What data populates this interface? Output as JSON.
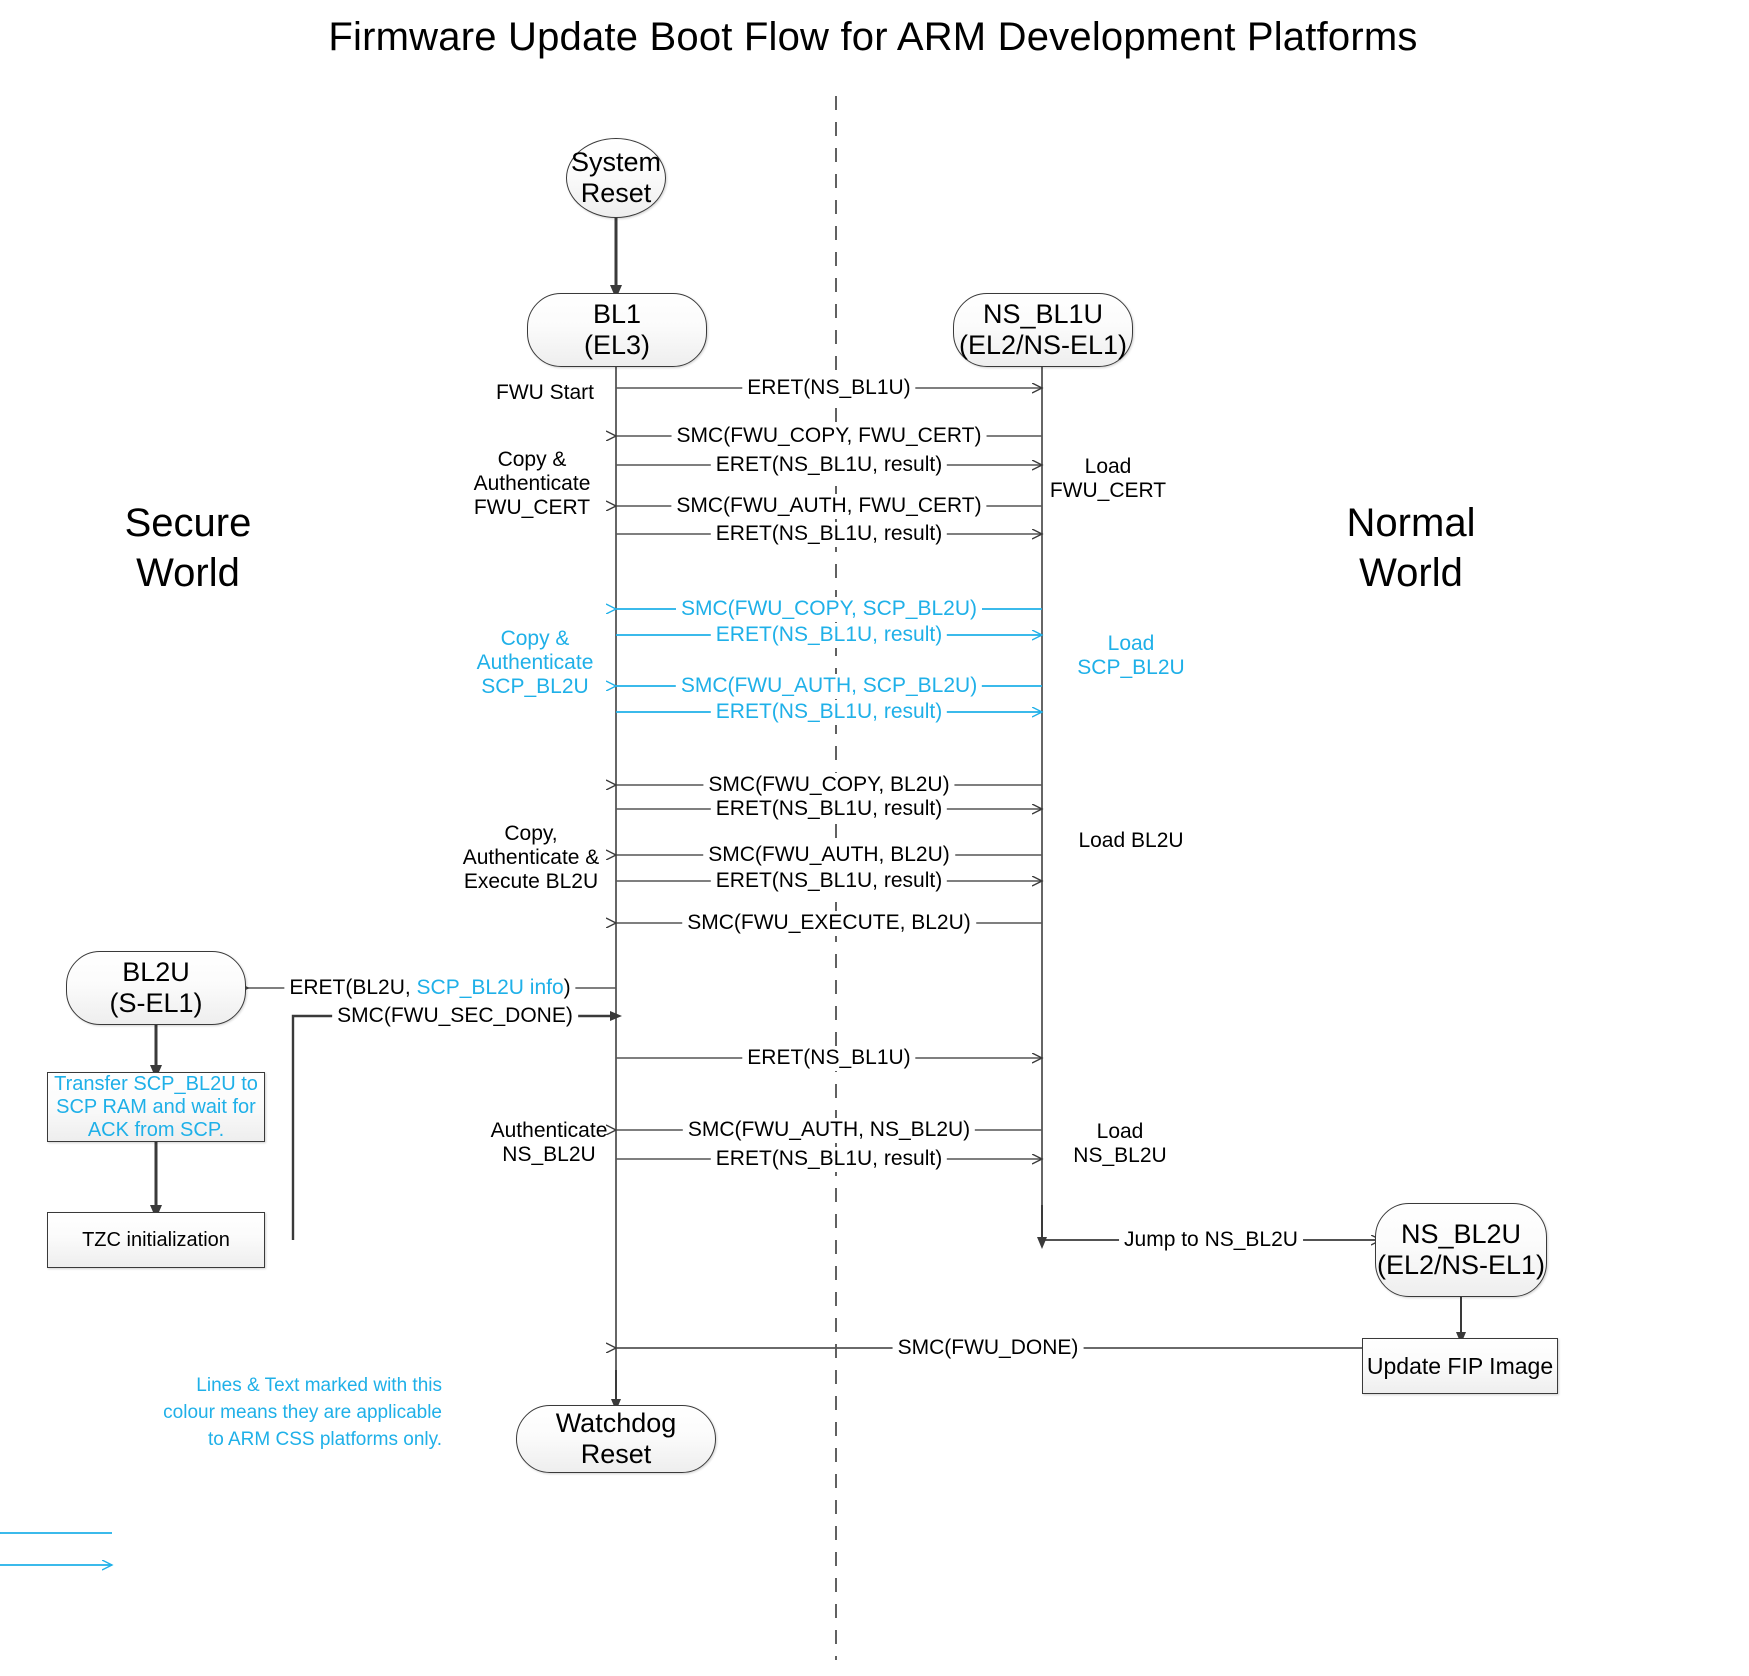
{
  "title": "Firmware Update Boot Flow for ARM Development Platforms",
  "colors": {
    "cyan": "#1FB0E8",
    "line": "#3a3a3a",
    "text": "#000000",
    "node_fill": "#f2f2f2"
  },
  "worlds": {
    "left_line1": "Secure",
    "left_line2": "World",
    "right_line1": "Normal",
    "right_line2": "World"
  },
  "nodes": [
    {
      "id": "system-reset",
      "line1": "System",
      "line2": "Reset",
      "shape": "ellipse"
    },
    {
      "id": "bl1",
      "line1": "BL1",
      "line2": "(EL3)",
      "shape": "rounded"
    },
    {
      "id": "ns-bl1u",
      "line1": "NS_BL1U",
      "line2": "(EL2/NS-EL1)",
      "shape": "rounded"
    },
    {
      "id": "bl2u",
      "line1": "BL2U",
      "line2": "(S-EL1)",
      "shape": "rounded"
    },
    {
      "id": "ns-bl2u",
      "line1": "NS_BL2U",
      "line2": "(EL2/NS-EL1)",
      "shape": "rounded"
    },
    {
      "id": "watchdog-reset",
      "line1": "Watchdog Reset",
      "line2": "",
      "shape": "rounded"
    }
  ],
  "process_boxes": [
    {
      "id": "transfer-scp",
      "line1": "Transfer SCP_BL2U to",
      "line2": "SCP RAM and wait for",
      "line3": "ACK from SCP.",
      "color": "cyan"
    },
    {
      "id": "tzc-init",
      "line1": "TZC initialization",
      "line2": "",
      "line3": "",
      "color": "black"
    },
    {
      "id": "update-fip",
      "line1": "Update FIP Image",
      "line2": "",
      "line3": "",
      "color": "black"
    }
  ],
  "messages": [
    {
      "id": "m1",
      "label": "ERET(NS_BL1U)",
      "dir": "right",
      "color": "black"
    },
    {
      "id": "m2",
      "label": "SMC(FWU_COPY, FWU_CERT)",
      "dir": "left",
      "color": "black"
    },
    {
      "id": "m3",
      "label": "ERET(NS_BL1U, result)",
      "dir": "right",
      "color": "black"
    },
    {
      "id": "m4",
      "label": "SMC(FWU_AUTH, FWU_CERT)",
      "dir": "left",
      "color": "black"
    },
    {
      "id": "m5",
      "label": "ERET(NS_BL1U, result)",
      "dir": "right",
      "color": "black"
    },
    {
      "id": "m6",
      "label": "SMC(FWU_COPY, SCP_BL2U)",
      "dir": "left",
      "color": "cyan"
    },
    {
      "id": "m7",
      "label": "ERET(NS_BL1U, result)",
      "dir": "right",
      "color": "cyan"
    },
    {
      "id": "m8",
      "label": "SMC(FWU_AUTH, SCP_BL2U)",
      "dir": "left",
      "color": "cyan"
    },
    {
      "id": "m9",
      "label": "ERET(NS_BL1U, result)",
      "dir": "right",
      "color": "cyan"
    },
    {
      "id": "m10",
      "label": "SMC(FWU_COPY, BL2U)",
      "dir": "left",
      "color": "black"
    },
    {
      "id": "m11",
      "label": "ERET(NS_BL1U, result)",
      "dir": "right",
      "color": "black"
    },
    {
      "id": "m12",
      "label": "SMC(FWU_AUTH, BL2U)",
      "dir": "left",
      "color": "black"
    },
    {
      "id": "m13",
      "label": "ERET(NS_BL1U, result)",
      "dir": "right",
      "color": "black"
    },
    {
      "id": "m14",
      "label": "SMC(FWU_EXECUTE, BL2U)",
      "dir": "left",
      "color": "black"
    },
    {
      "id": "m15",
      "label_pre": "ERET(BL2U, ",
      "label_cyan": "SCP_BL2U info",
      "label_post": ")",
      "dir": "left",
      "color": "mixed"
    },
    {
      "id": "m16",
      "label": "SMC(FWU_SEC_DONE)",
      "dir": "right",
      "color": "black"
    },
    {
      "id": "m17",
      "label": "ERET(NS_BL1U)",
      "dir": "right",
      "color": "black"
    },
    {
      "id": "m18",
      "label": "SMC(FWU_AUTH, NS_BL2U)",
      "dir": "left",
      "color": "black"
    },
    {
      "id": "m19",
      "label": "ERET(NS_BL1U, result)",
      "dir": "right",
      "color": "black"
    },
    {
      "id": "m20",
      "label": "Jump to NS_BL2U",
      "dir": "right",
      "color": "black"
    },
    {
      "id": "m21",
      "label": "SMC(FWU_DONE)",
      "dir": "left",
      "color": "black"
    }
  ],
  "left_annotations": [
    {
      "id": "fwu-start",
      "line1": "FWU Start",
      "line2": "",
      "line3": "",
      "color": "black"
    },
    {
      "id": "copy-auth-cert",
      "line1": "Copy &",
      "line2": "Authenticate",
      "line3": "FWU_CERT",
      "color": "black"
    },
    {
      "id": "copy-auth-scp",
      "line1": "Copy &",
      "line2": "Authenticate",
      "line3": "SCP_BL2U",
      "color": "cyan"
    },
    {
      "id": "copy-auth-exec-bl2u",
      "line1": "Copy,",
      "line2": "Authenticate &",
      "line3": "Execute BL2U",
      "color": "black"
    },
    {
      "id": "auth-ns-bl2u",
      "line1": "Authenticate",
      "line2": "NS_BL2U",
      "line3": "",
      "color": "black"
    }
  ],
  "right_annotations": [
    {
      "id": "load-fwu-cert",
      "line1": "Load",
      "line2": "FWU_CERT",
      "color": "black"
    },
    {
      "id": "load-scp-bl2u",
      "line1": "Load",
      "line2": "SCP_BL2U",
      "color": "cyan"
    },
    {
      "id": "load-bl2u",
      "line1": "Load BL2U",
      "line2": "",
      "color": "black"
    },
    {
      "id": "load-ns-bl2u",
      "line1": "Load",
      "line2": "NS_BL2U",
      "color": "black"
    }
  ],
  "legend": {
    "line1": "Lines & Text marked with this",
    "line2": "colour means they are applicable",
    "line3": "to ARM CSS platforms only."
  }
}
